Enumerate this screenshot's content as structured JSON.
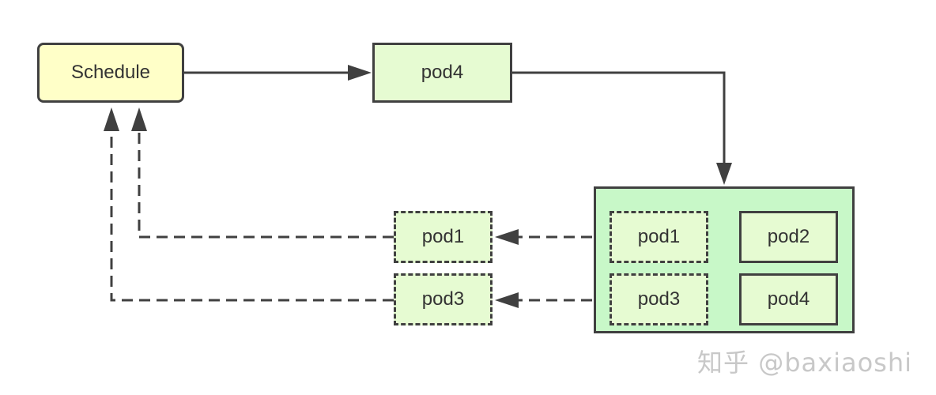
{
  "schedule": {
    "label": "Schedule"
  },
  "top_pod": {
    "label": "pod4"
  },
  "node_pods": {
    "pod1": "pod1",
    "pod2": "pod2",
    "pod3": "pod3",
    "pod4": "pod4"
  },
  "evicted_pods": {
    "pod1": "pod1",
    "pod3": "pod3"
  },
  "watermark": "知乎 @baxiaoshi",
  "colors": {
    "schedule_fill": "#ffffc8",
    "pod_fill": "#e6fbd2",
    "node_fill": "#c8f8c8",
    "stroke": "#404040",
    "watermark": "#c8c8c8"
  }
}
